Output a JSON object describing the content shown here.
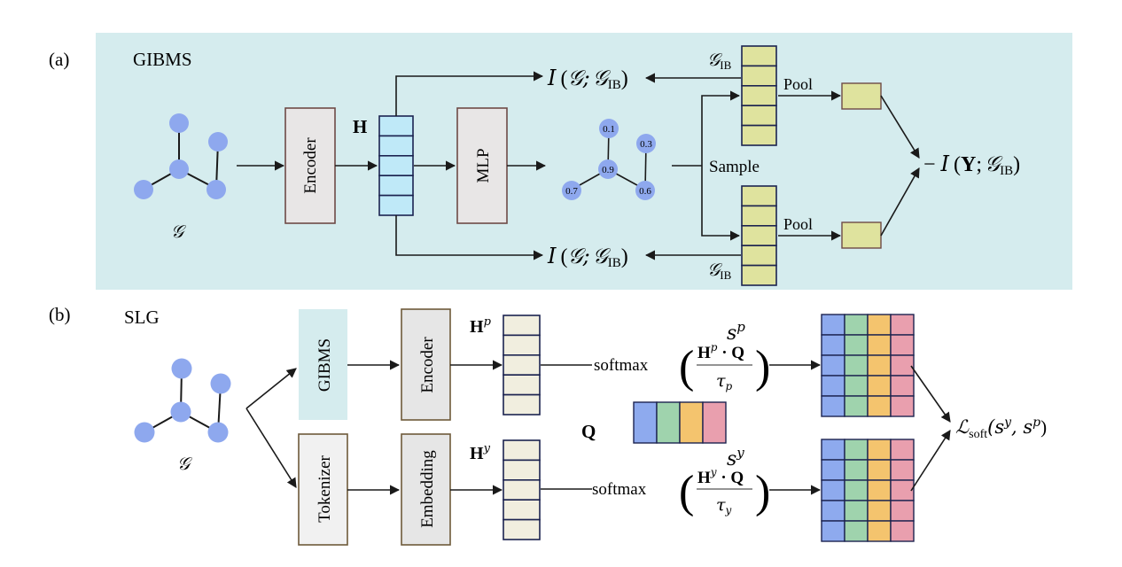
{
  "panel_a": {
    "label": "(a)",
    "title": "GIBMS",
    "graph_label": "𝒢",
    "encoder_label": "Encoder",
    "H_label": "H",
    "mlp_label": "MLP",
    "node_scores": [
      "0.1",
      "0.3",
      "0.9",
      "0.7",
      "0.6"
    ],
    "sample_label": "Sample",
    "pool_top_label": "Pool",
    "pool_bottom_label": "Pool",
    "gib_top_label": "𝒢",
    "gib_top_sub": "IB",
    "gib_bottom_label": "𝒢",
    "gib_bottom_sub": "IB",
    "mi_top": {
      "I": "I",
      "open": "(",
      "g": "𝒢;",
      "gib": "𝒢",
      "sub": "IB",
      "close": ")"
    },
    "mi_bottom": {
      "I": "I",
      "open": "(",
      "g": "𝒢;",
      "gib": "𝒢",
      "sub": "IB",
      "close": ")"
    },
    "objective": {
      "neg": "−",
      "I": "I",
      "open": "(",
      "Y": "Y",
      "semi": ";",
      "gib": "𝒢",
      "sub": "IB",
      "close": ")"
    },
    "colors": {
      "background": "#d5ecee",
      "node": "#8ea8ee",
      "H_cell": "#bfe9f8",
      "gib_cell": "#dfe39e",
      "box_fill": "#e8e6e6",
      "box_stroke": "#6e4a46"
    }
  },
  "panel_b": {
    "label": "(b)",
    "title": "SLG",
    "graph_label": "𝒢",
    "gibms_label": "GIBMS",
    "encoder_label": "Encoder",
    "tokenizer_label": "Tokenizer",
    "embedding_label": "Embedding",
    "Hp_label": "H",
    "Hp_sup": "p",
    "Hy_label": "H",
    "Hy_sup": "y",
    "softmax_top": {
      "fn": "softmax",
      "num_H": "H",
      "num_sup": "p",
      "num_rest": " · Q",
      "den": "τ",
      "den_sub": "p"
    },
    "softmax_bottom": {
      "fn": "softmax",
      "num_H": "H",
      "num_sup": "y",
      "num_rest": " · Q",
      "den": "τ",
      "den_sub": "y"
    },
    "Q_label": "Q",
    "sp_label": "s",
    "sp_sup": "p",
    "sy_label": "s",
    "sy_sup": "y",
    "loss": {
      "L": "ℒ",
      "sub": "soft",
      "args": "(s",
      "a1": "y",
      "mid": ", s",
      "a2": "p",
      "close": ")"
    },
    "prototype_colors": [
      "#8eaaee",
      "#9fd3ad",
      "#f4c46e",
      "#e99fae"
    ],
    "colors": {
      "gibms_fill": "#d5ecee",
      "cell": "#f1eedf",
      "cell_stroke": "#1c2350"
    }
  }
}
